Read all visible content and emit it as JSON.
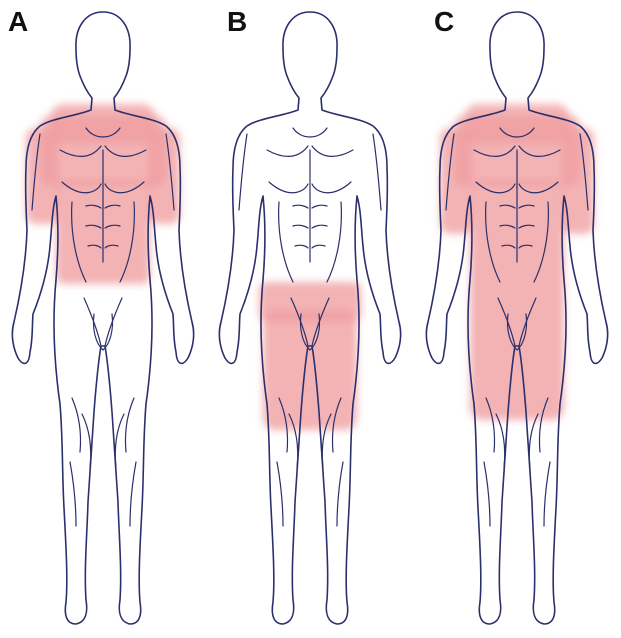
{
  "figure": {
    "panels": [
      {
        "label": "A",
        "region": "upper-torso-and-arms"
      },
      {
        "label": "B",
        "region": "pelvis-and-thighs"
      },
      {
        "label": "C",
        "region": "torso-arms-and-thighs"
      }
    ],
    "colors": {
      "outline": "#2b2f6b",
      "highlight": "#ef9ea0",
      "background": "#ffffff"
    }
  }
}
